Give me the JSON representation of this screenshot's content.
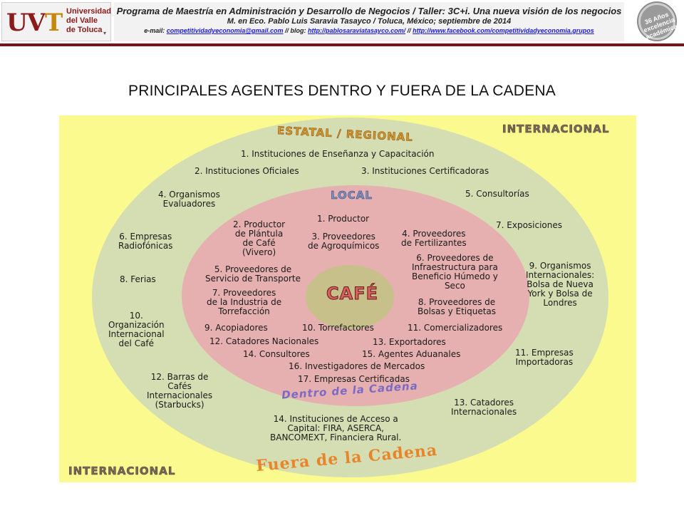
{
  "header": {
    "logo": {
      "mark_main": "UV",
      "mark_accent": "T",
      "text_line1": "Universidad",
      "text_line2": "del Valle",
      "text_line3": "de Toluca",
      "caret": "▾"
    },
    "banner": {
      "title": "Programa de Maestría en Administración y Desarrollo de Negocios / Taller: 3C+i. Una nueva visión de los negocios",
      "subtitle": "M. en Eco. Pablo Luis Saravia Tasayco / Toluca, México; septiembre de 2014",
      "email_label": "e-mail: ",
      "email": "competitividadyeconomia@gmail.com",
      "blog_label": " // blog: ",
      "blog": "http://pablosaraviatasayco.com/",
      "fb_sep": " // ",
      "facebook": "http://www.facebook.com/competitividadyeconomia.grupos"
    },
    "seal": {
      "text_line1": "36 Años",
      "text_line2": "excelencia",
      "text_line3": "académica"
    }
  },
  "title": "PRINCIPALES AGENTES DENTRO Y FUERA DE LA CADENA",
  "diagram": {
    "headings": {
      "internacional_top": "INTERNACIONAL",
      "internacional_bottom": "INTERNACIONAL",
      "estatal": "ESTATAL / REGIONAL",
      "local": "LOCAL",
      "cafe": "CAFÉ",
      "dentro": "Dentro de la Cadena",
      "fuera": "Fuera de la Cadena"
    },
    "estatal_items": {
      "e1": "1. Instituciones de Enseñanza y Capacitación",
      "e2": "2. Instituciones Oficiales",
      "e3": "3. Instituciones Certificadoras",
      "e4": "4. Organismos\nEvaluadores",
      "e5": "5. Consultorías",
      "e6": "6. Empresas\nRadiofónicas",
      "e7": "7. Exposiciones",
      "e8": "8. Ferias",
      "e12": "12. Barras de\nCafés\nInternacionales\n(Starbucks)",
      "e14": "14. Instituciones de Acceso a\nCapital: FIRA, ASERCA,\nBANCOMEXT, Financiera Rural."
    },
    "internacional_items": {
      "i9": "9. Organismos\nInternacionales:\nBolsa de Nueva\nYork y Bolsa de\nLondres",
      "i10": "10.\nOrganización\nInternacional\ndel Café",
      "i11": "11. Empresas\nImportadoras",
      "i13": "13. Catadores\nInternacionales"
    },
    "local_items": {
      "l1": "1. Productor",
      "l2": "2. Productor\nde Plántula\nde Café\n(Vivero)",
      "l3": "3. Proveedores\nde Agroquímicos",
      "l4": "4. Proveedores\nde Fertilizantes",
      "l5": "5. Proveedores de\nServicio de Transporte",
      "l6": "6. Proveedores de\nInfraestructura para\nBeneficio Húmedo y\nSeco",
      "l7": "7. Proveedores\nde la Industria de\nTorrefacción",
      "l8": "8. Proveedores de\nBolsas y Etiquetas",
      "l9": "9. Acopiadores",
      "l10": "10. Torrefactores",
      "l11": "11. Comercializadores",
      "l12": "12. Catadores Nacionales",
      "l13": "13. Exportadores",
      "l14": "14. Consultores",
      "l15": "15. Agentes Aduanales",
      "l16": "16. Investigadores de Mercados",
      "l17": "17. Empresas  Certificadas"
    },
    "colors": {
      "background": "#fafa8f",
      "outer_ring": "#d4deb2",
      "local_ring": "#e6b0b0",
      "core": "#c8c08a"
    }
  }
}
